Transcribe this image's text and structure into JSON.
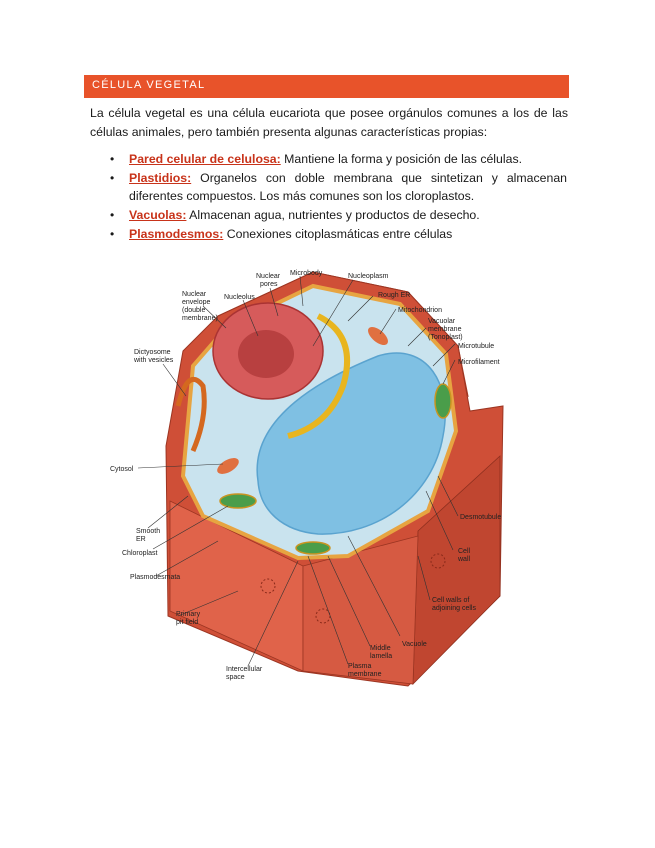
{
  "section": {
    "title": "CÉLULA VEGETAL"
  },
  "intro": "La célula vegetal es una célula eucariota que posee orgánulos comunes a los de las células animales, pero también presenta algunas características propias:",
  "bullets": [
    {
      "term": "Pared celular de celulosa:",
      "text": " Mantiene la forma y posición de las células."
    },
    {
      "term": "Plastidios:",
      "text": " Organelos con doble membrana que sintetizan y almacenan diferentes compuestos. Los más comunes son los cloroplastos."
    },
    {
      "term": "Vacuolas:",
      "text": " Almacenan agua, nutrientes y productos de desecho."
    },
    {
      "term": "Plasmodesmos:",
      "text": " Conexiones citoplasmáticas entre células"
    }
  ],
  "diagram": {
    "labels": {
      "nuclear_pores": [
        "Nuclear",
        "pores"
      ],
      "microbody": "Microbody",
      "nucleoplasm": "Nucleoplasm",
      "rough_er": "Rough ER",
      "nuclear_envelope": [
        "Nuclear",
        "envelope",
        "(double",
        "membrane)"
      ],
      "nucleolus": "Nucleolus",
      "mitochondrion": "Mitochondrion",
      "vacuolar_membrane": [
        "Vacuolar",
        "membrane",
        "(Tonoplast)"
      ],
      "microtubule": "Microtubule",
      "microfilament": "Microfilament",
      "dictyosome": [
        "Dictyosome",
        "with vesicles"
      ],
      "cytosol": "Cytosol",
      "desmotubule": "Desmotubule",
      "smooth_er": [
        "Smooth",
        "ER"
      ],
      "chloroplast": "Chloroplast",
      "cell_wall": [
        "Cell",
        "wall"
      ],
      "plasmodesmata": "Plasmodesmata",
      "cell_walls_adjoining": [
        "Cell walls of",
        "adjoining cells"
      ],
      "primary_pit_field": [
        "Primary",
        "pit field"
      ],
      "vacuole": "Vacuole",
      "middle_lamella": [
        "Middle",
        "lamella"
      ],
      "intercellular_space": [
        "Intercellular",
        "space"
      ],
      "plasma_membrane": [
        "Plasma",
        "membrane"
      ]
    }
  }
}
